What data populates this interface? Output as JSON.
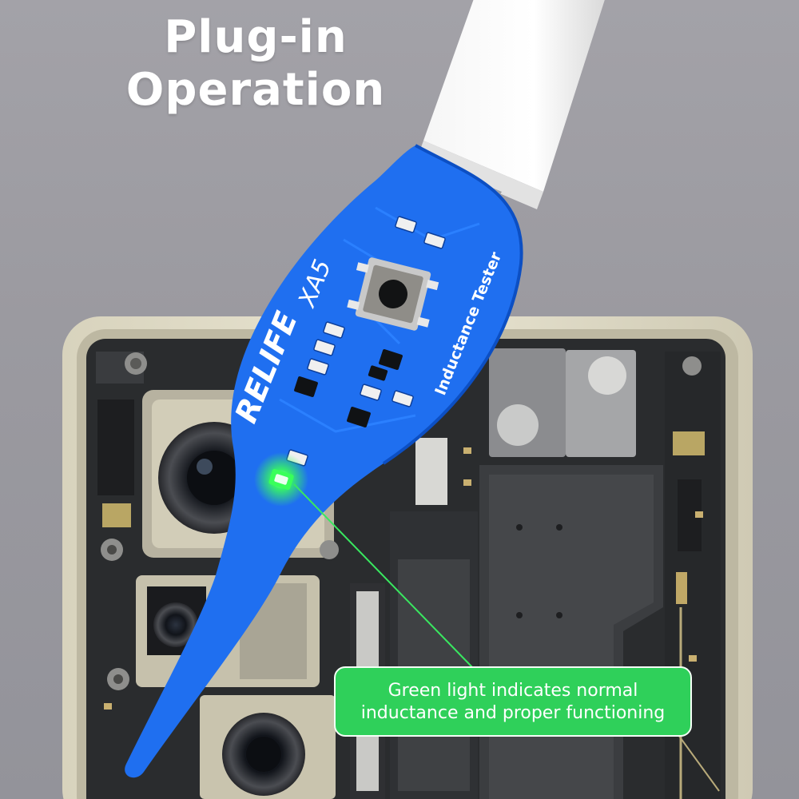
{
  "headline": {
    "line1": "Plug-in",
    "line2": "Operation"
  },
  "device": {
    "brand": "RELIFE",
    "model": "XA5",
    "product_name": "Inductance Tester"
  },
  "callout": {
    "line1": "Green light indicates normal",
    "line2": "inductance and proper functioning"
  },
  "colors": {
    "board_blue": "#1f6ff0",
    "led_green": "#39ff5a",
    "callout_green": "#2fd05a"
  },
  "icons": {
    "led": "green-led-icon",
    "connector": "usb-c-connector-icon",
    "button": "tactile-button-icon"
  }
}
